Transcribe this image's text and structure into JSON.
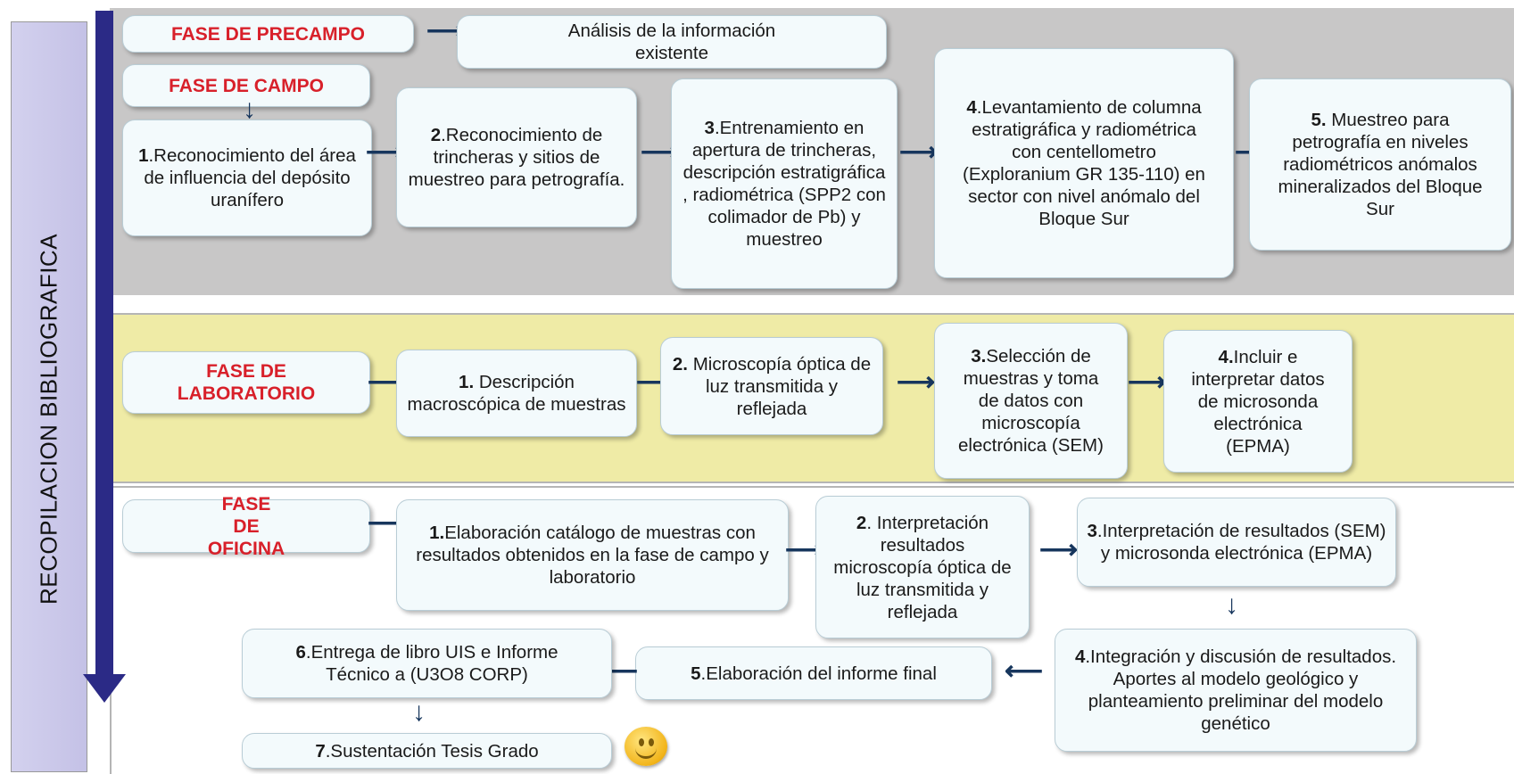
{
  "sidebar": {
    "label": "RECOPILACION BIBLIOGRAFICA"
  },
  "precampo": {
    "phase": "FASE DE PRECAMPO",
    "step": "Análisis de la información existente"
  },
  "campo": {
    "phase": "FASE DE CAMPO",
    "steps": [
      {
        "num": "1",
        "text": ".Reconocimiento del área de influencia del depósito uranífero"
      },
      {
        "num": "2",
        "text": ".Reconocimiento de trincheras y sitios de muestreo para petrografía."
      },
      {
        "num": "3",
        "text": ".Entrenamiento en apertura de trincheras, descripción estratigráfica , radiométrica (SPP2 con colimador de Pb) y muestreo"
      },
      {
        "num": "4",
        "text": ".Levantamiento de columna estratigráfica y radiométrica con centellometro (Exploranium GR 135-110) en sector con nivel anómalo del Bloque Sur"
      },
      {
        "num": "5.",
        "text": " Muestreo para petrografía en niveles radiométricos anómalos mineralizados del Bloque Sur"
      }
    ]
  },
  "laboratorio": {
    "phase": "FASE DE LABORATORIO",
    "steps": [
      {
        "num": "1.",
        "text": " Descripción macroscópica de muestras"
      },
      {
        "num": "2.",
        "text": " Microscopía óptica de luz transmitida y reflejada"
      },
      {
        "num": "3.",
        "text": "Selección de muestras y toma de datos con microscopía electrónica (SEM)"
      },
      {
        "num": "4.",
        "text": "Incluir e interpretar datos de microsonda electrónica (EPMA)"
      }
    ]
  },
  "oficina": {
    "phase": "FASE DE OFICINA",
    "steps": [
      {
        "num": "1.",
        "text": "Elaboración catálogo de muestras con resultados obtenidos en la fase de campo y laboratorio"
      },
      {
        "num": "2",
        "text": ". Interpretación resultados microscopía óptica de luz transmitida y reflejada"
      },
      {
        "num": "3",
        "text": ".Interpretación de resultados (SEM) y microsonda electrónica (EPMA)"
      },
      {
        "num": "4",
        "text": ".Integración y discusión de resultados. Aportes al modelo geológico y planteamiento preliminar del modelo genético"
      },
      {
        "num": "5",
        "text": ".Elaboración del informe final"
      },
      {
        "num": "6",
        "text": ".Entrega de libro UIS e Informe Técnico a (U3O8 CORP)"
      },
      {
        "num": "7",
        "text": ".Sustentación Tesis Grado"
      }
    ]
  },
  "colors": {
    "phase_text": "#d8202a",
    "arrow": "#17365d",
    "band_campo": "#c8c7c7",
    "band_laboratorio": "#efeba6",
    "timeline": "#2b2a86",
    "sidebar": "#c9c6e8"
  },
  "icons": {
    "timeline": "down-arrow-icon",
    "smiley": "smiley-icon"
  }
}
